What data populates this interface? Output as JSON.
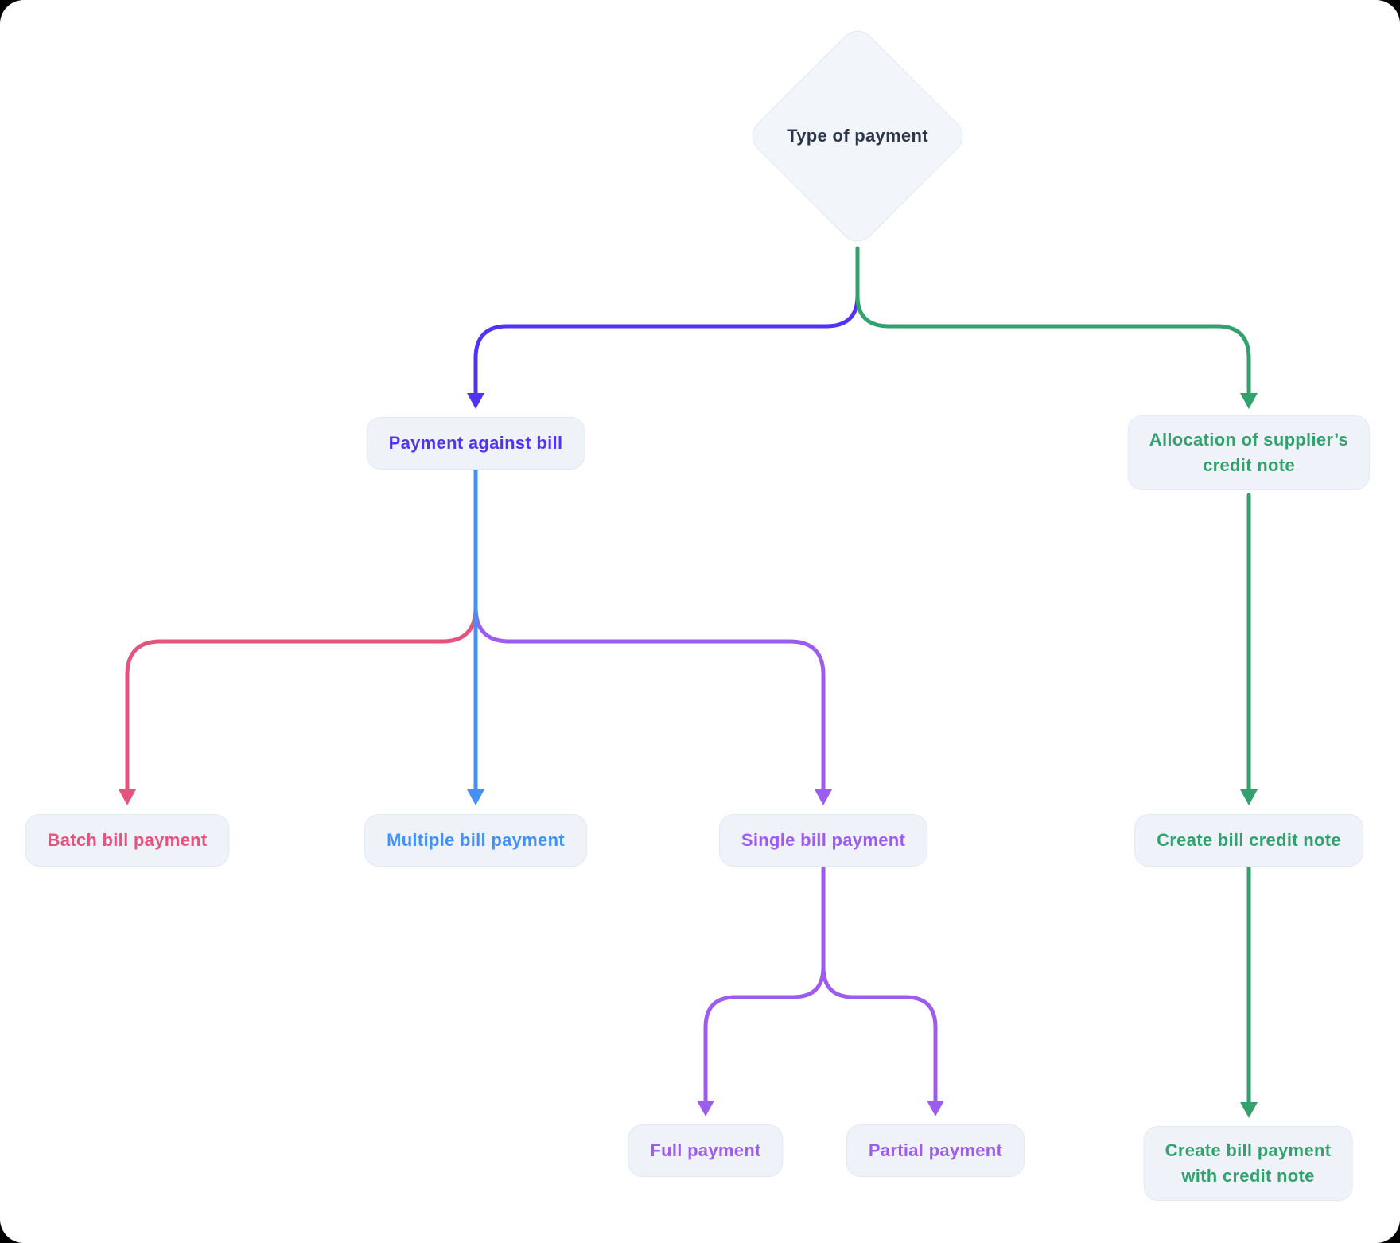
{
  "diagram": {
    "title_node": {
      "label": "Type of payment"
    },
    "nodes": {
      "payment_against_bill": {
        "label": "Payment against bill"
      },
      "allocation_credit_note": {
        "line1": "Allocation of supplier’s",
        "line2": "credit note"
      },
      "batch_bill_payment": {
        "label": "Batch bill payment"
      },
      "multiple_bill_payment": {
        "label": "Multiple bill payment"
      },
      "single_bill_payment": {
        "label": "Single bill payment"
      },
      "create_bill_credit_note": {
        "label": "Create bill credit note"
      },
      "full_payment": {
        "label": "Full payment"
      },
      "partial_payment": {
        "label": "Partial payment"
      },
      "create_bill_payment_credit_note": {
        "line1": "Create bill payment",
        "line2": "with credit note"
      }
    },
    "colors": {
      "indigo": "#5134f2",
      "green": "#33a16d",
      "blue": "#4590f6",
      "pink": "#e5537f",
      "purple": "#9d5cf0",
      "navy_text": "#2b3648",
      "node_fill": "#eff3f9",
      "node_border": "#e1e9f5"
    }
  }
}
